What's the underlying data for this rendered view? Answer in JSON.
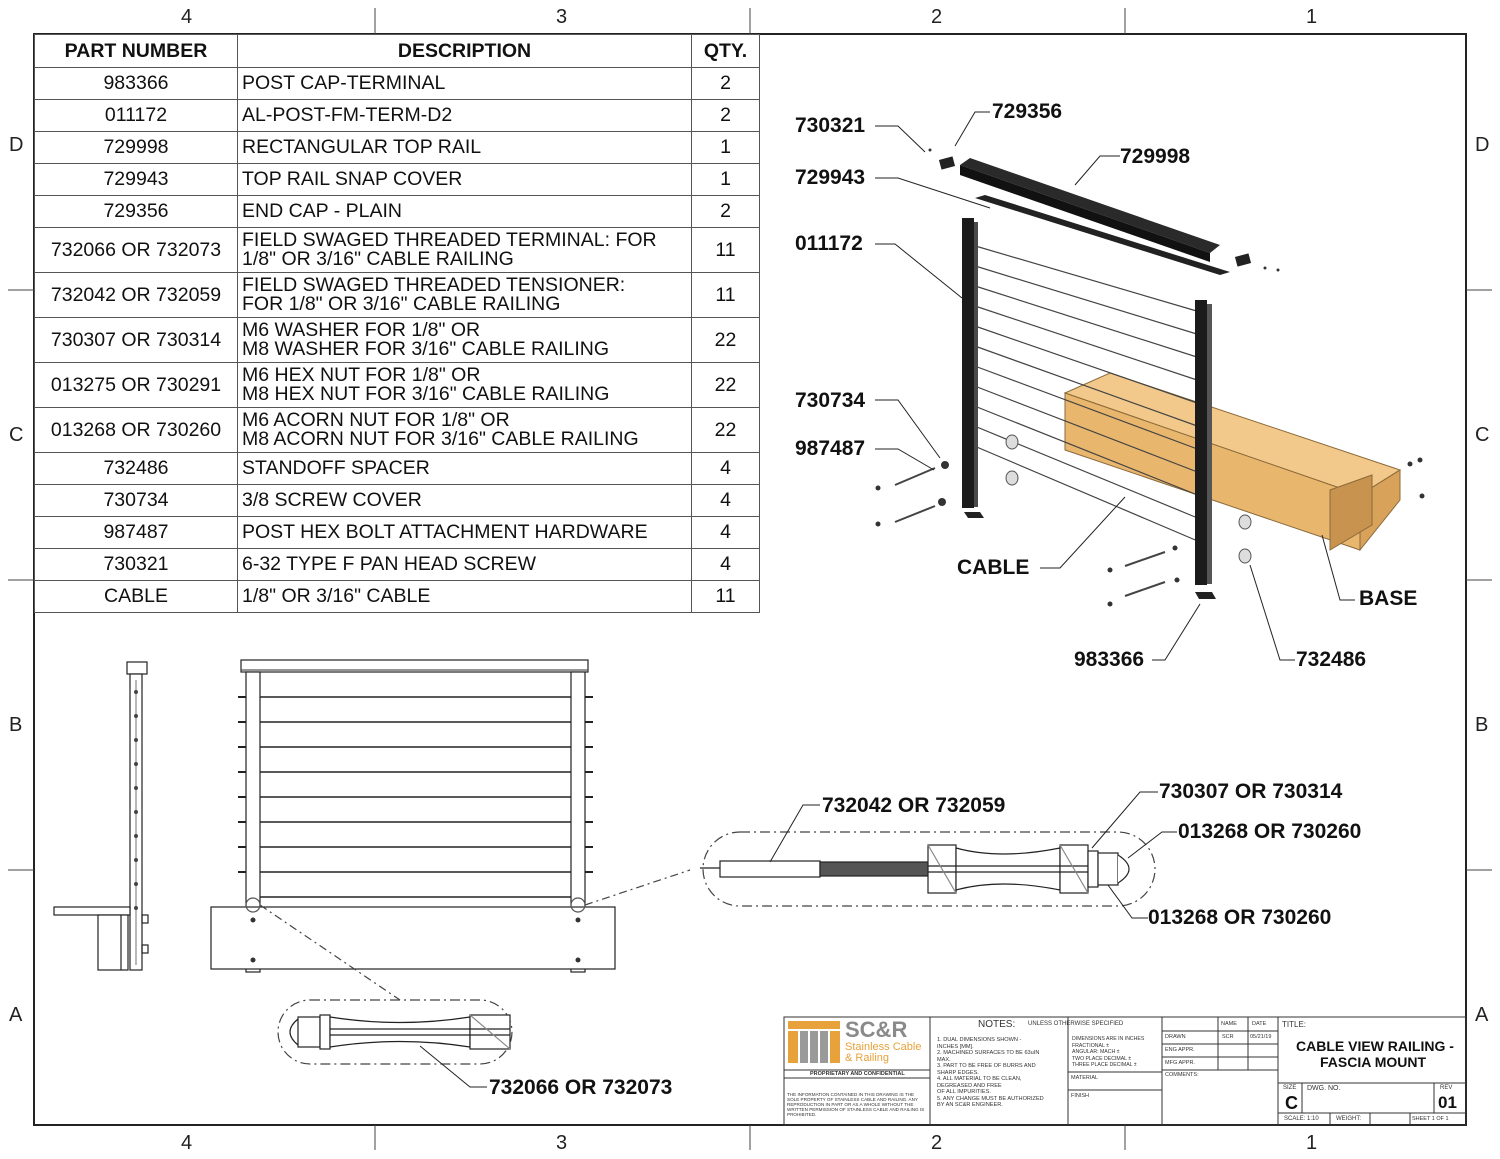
{
  "zones": {
    "top": [
      "4",
      "3",
      "2",
      "1"
    ],
    "bottom": [
      "4",
      "3",
      "2",
      "1"
    ],
    "left": [
      "D",
      "C",
      "B",
      "A"
    ],
    "right": [
      "D",
      "C",
      "B",
      "A"
    ]
  },
  "bom": {
    "headers": [
      "PART NUMBER",
      "DESCRIPTION",
      "QTY."
    ],
    "rows": [
      {
        "pn": "983366",
        "desc": [
          "POST CAP-TERMINAL"
        ],
        "qty": "2"
      },
      {
        "pn": "011172",
        "desc": [
          "AL-POST-FM-TERM-D2"
        ],
        "qty": "2"
      },
      {
        "pn": "729998",
        "desc": [
          "RECTANGULAR TOP RAIL"
        ],
        "qty": "1"
      },
      {
        "pn": "729943",
        "desc": [
          "TOP RAIL SNAP COVER"
        ],
        "qty": "1"
      },
      {
        "pn": "729356",
        "desc": [
          "END CAP - PLAIN"
        ],
        "qty": "2"
      },
      {
        "pn": "732066 OR 732073",
        "desc": [
          "FIELD SWAGED THREADED TERMINAL: FOR",
          "1/8\" OR 3/16\" CABLE RAILING"
        ],
        "qty": "11"
      },
      {
        "pn": "732042 OR 732059",
        "desc": [
          "FIELD SWAGED THREADED TENSIONER:",
          "FOR 1/8\" OR 3/16\" CABLE RAILING"
        ],
        "qty": "11"
      },
      {
        "pn": "730307 OR 730314",
        "desc": [
          "M6 WASHER FOR 1/8\" OR",
          "M8 WASHER FOR 3/16\" CABLE RAILING"
        ],
        "qty": "22"
      },
      {
        "pn": "013275 OR 730291",
        "desc": [
          "M6 HEX NUT FOR 1/8\" OR",
          "M8 HEX NUT FOR 3/16\" CABLE RAILING"
        ],
        "qty": "22"
      },
      {
        "pn": "013268 OR 730260",
        "desc": [
          "M6 ACORN NUT FOR 1/8\" OR",
          "M8 ACORN NUT FOR 3/16\" CABLE RAILING"
        ],
        "qty": "22"
      },
      {
        "pn": "732486",
        "desc": [
          "STANDOFF SPACER"
        ],
        "qty": "4"
      },
      {
        "pn": "730734",
        "desc": [
          "3/8 SCREW COVER"
        ],
        "qty": "4"
      },
      {
        "pn": "987487",
        "desc": [
          "POST HEX BOLT ATTACHMENT HARDWARE"
        ],
        "qty": "4"
      },
      {
        "pn": "730321",
        "desc": [
          "6-32 TYPE F PAN HEAD SCREW"
        ],
        "qty": "4"
      },
      {
        "pn": "CABLE",
        "desc": [
          "1/8\" OR 3/16\" CABLE"
        ],
        "qty": "11"
      }
    ]
  },
  "callouts": {
    "c730321": "730321",
    "c729356": "729356",
    "c729998": "729998",
    "c729943": "729943",
    "c011172": "011172",
    "c730734": "730734",
    "c987487": "987487",
    "cable": "CABLE",
    "base": "BASE",
    "c983366": "983366",
    "c732486": "732486",
    "tensioner": "732042 OR 732059",
    "washer": "730307 OR 730314",
    "acorn": "013268 OR 730260",
    "acorn2": "013268 OR 730260",
    "terminal": "732066 OR 732073"
  },
  "title_block": {
    "company": "SC&R",
    "company_sub1": "Stainless Cable",
    "company_sub2": "& Railing",
    "proprietary": "PROPRIETARY AND CONFIDENTIAL",
    "confidential_text": "THE INFORMATION CONTAINED IN THIS DRAWING IS THE SOLE PROPERTY OF STAINLESS CABLE AND RAILING. ANY REPRODUCTION IN PART OR AS A WHOLE WITHOUT THE WRITTEN PERMISSION OF STAINLESS CABLE AND RAILING IS PROHIBITED.",
    "notes_label": "NOTES:",
    "notes_sub": "UNLESS OTHERWISE SPECIFIED",
    "notes": [
      "1. DUAL DIMENSIONS SHOWN -",
      "INCHES [MM].",
      "2. MACHINED SURFACES TO BE 63uIN",
      "MAX.",
      "3. PART TO BE FREE OF BURRS AND",
      "SHARP EDGES.",
      "4. ALL MATERIAL TO BE CLEAN,",
      "DEGREASED AND FREE",
      "OF ALL IMPURITIES.",
      "5. ANY CHANGE MUST BE AUTHORIZED",
      "BY AN SC&R ENGINEER."
    ],
    "dims": [
      "DIMENSIONS ARE IN INCHES",
      "FRACTIONAL  ±",
      "ANGULAR: MACH  ±",
      "TWO PLACE DECIMAL  ±",
      "THREE PLACE DECIMAL  ±"
    ],
    "material_label": "MATERIAL",
    "finish_label": "FINISH",
    "name_header": "NAME",
    "date_header": "DATE",
    "drawn_label": "DRAWN",
    "drawn_name": "SCR",
    "drawn_date": "05/21/19",
    "eng_label": "ENG APPR.",
    "mfg_label": "MFG APPR.",
    "comments_label": "COMMENTS:",
    "title_label": "TITLE:",
    "title_line1": "CABLE VIEW RAILING -",
    "title_line2": "FASCIA MOUNT",
    "size_label": "SIZE",
    "size": "C",
    "dwg_label": "DWG.  NO.",
    "rev_label": "REV",
    "rev": "01",
    "scale": "SCALE: 1:10",
    "weight": "WEIGHT:",
    "sheet": "SHEET 1 OF 1"
  }
}
